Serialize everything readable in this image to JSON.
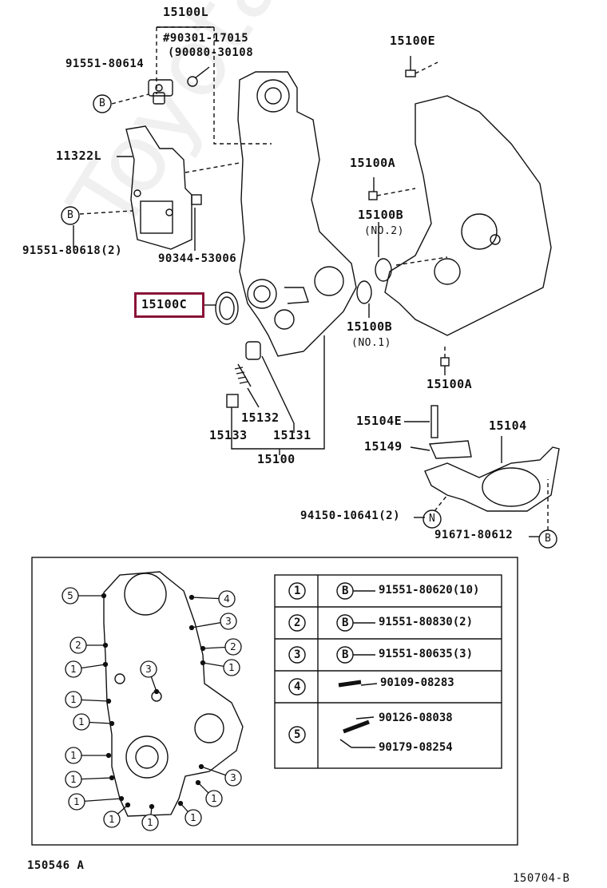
{
  "watermark": "ToyotaCarMarket.ru",
  "labels": {
    "p15100L": "15100L",
    "p90301": "#90301-17015",
    "p90080": "(90080-30108",
    "p91551_80614": "91551-80614",
    "p15100E": "15100E",
    "p11322L": "11322L",
    "p15100A_top": "15100A",
    "p15100B_no2": "15100B",
    "no2": "(NO.2)",
    "p91551_80618": "91551-80618(2)",
    "p90344": "90344-53006",
    "p15100C": "15100C",
    "p15100B_no1": "15100B",
    "no1": "(NO.1)",
    "p15100A_bot": "15100A",
    "p15104E": "15104E",
    "p15104": "15104",
    "p15149": "15149",
    "p15132": "15132",
    "p15133": "15133",
    "p15131": "15131",
    "p15100": "15100",
    "p94150": "94150-10641(2)",
    "p91671": "91671-80612",
    "circleB": "B",
    "circleN": "N"
  },
  "table": {
    "rows": [
      {
        "num": "1",
        "mark": "B",
        "part": "91551-80620(10)"
      },
      {
        "num": "2",
        "mark": "B",
        "part": "91551-80830(2)"
      },
      {
        "num": "3",
        "mark": "B",
        "part": "91551-80635(3)"
      },
      {
        "num": "4",
        "mark": "",
        "part": "90109-08283"
      },
      {
        "num": "5",
        "mark": "",
        "part": "90126-08038",
        "part2": "90179-08254"
      }
    ]
  },
  "inset_callouts": [
    "5",
    "4",
    "3",
    "2",
    "2",
    "1",
    "1",
    "3",
    "1",
    "1",
    "1",
    "1",
    "1",
    "3",
    "1",
    "1",
    "1",
    "1"
  ],
  "footer": {
    "left": "150546 A",
    "right": "150704-B"
  },
  "highlight_color": "#8a1438"
}
